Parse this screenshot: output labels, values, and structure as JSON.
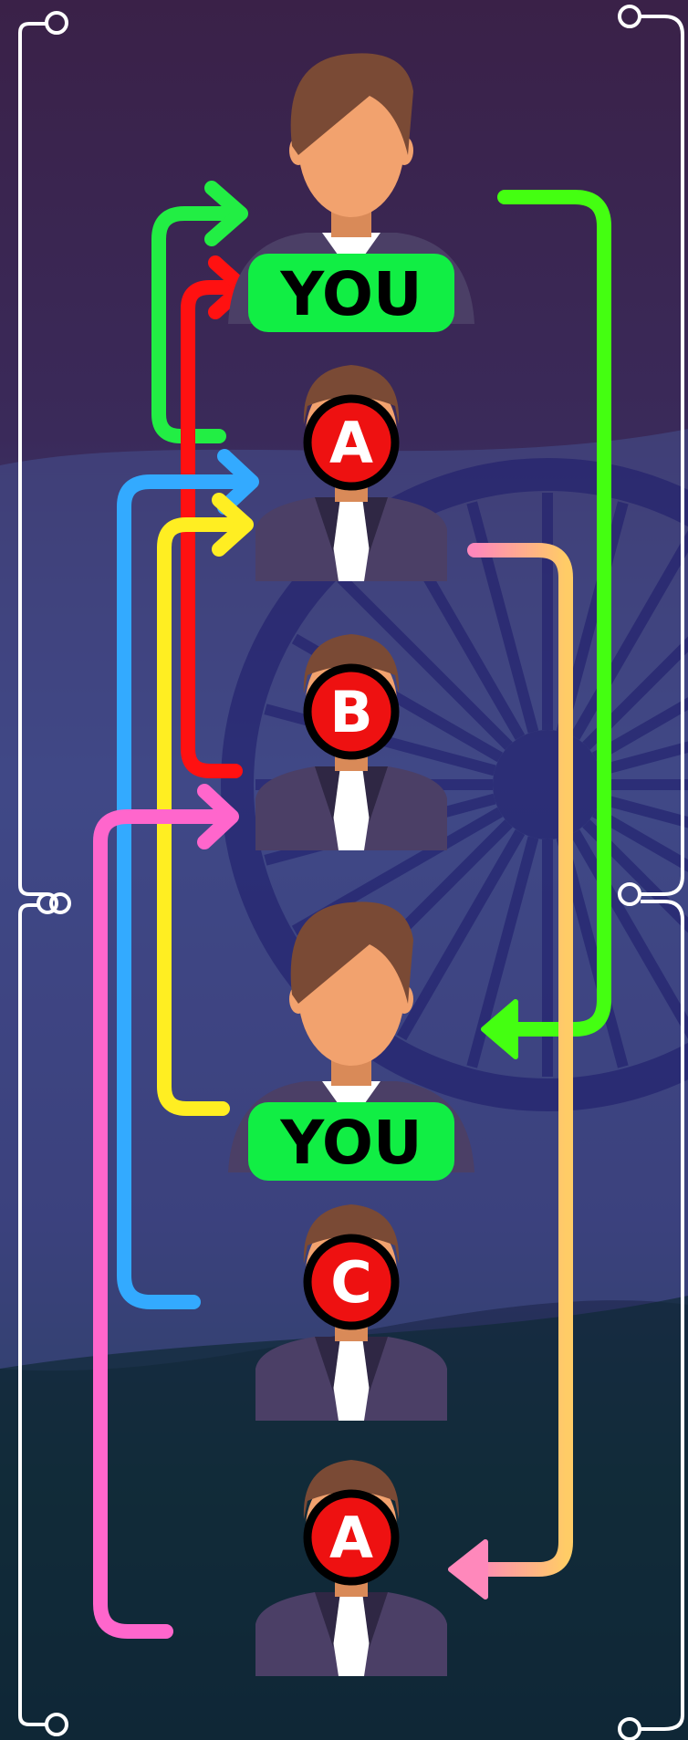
{
  "you_label": "YOU",
  "persons": [
    {
      "id": "p1",
      "kind": "you",
      "label": "YOU"
    },
    {
      "id": "p2",
      "kind": "badge",
      "label": "A"
    },
    {
      "id": "p3",
      "kind": "badge",
      "label": "B"
    },
    {
      "id": "p4",
      "kind": "you",
      "label": "YOU"
    },
    {
      "id": "p5",
      "kind": "badge",
      "label": "C"
    },
    {
      "id": "p6",
      "kind": "badge",
      "label": "A"
    }
  ],
  "colors": {
    "bg_top": "#3a2450",
    "bg_mid": "#3c3c78",
    "bg_bottom": "#0f2a3a",
    "green": "#44ff11",
    "red": "#ff1111",
    "blue": "#33aaff",
    "yellow": "#ffee22",
    "pink": "#ff66cc",
    "peach": "#ffc070",
    "you_box": "#11ee44",
    "badge_red": "#ee1111",
    "skin": "#f2a26e",
    "hair": "#7a4a35",
    "suit": "#4b3f66",
    "shirt": "#ffffff",
    "bracket": "#ffffff"
  },
  "icons": [
    "person-avatar",
    "wheel-watermark",
    "bracket-circuit"
  ]
}
